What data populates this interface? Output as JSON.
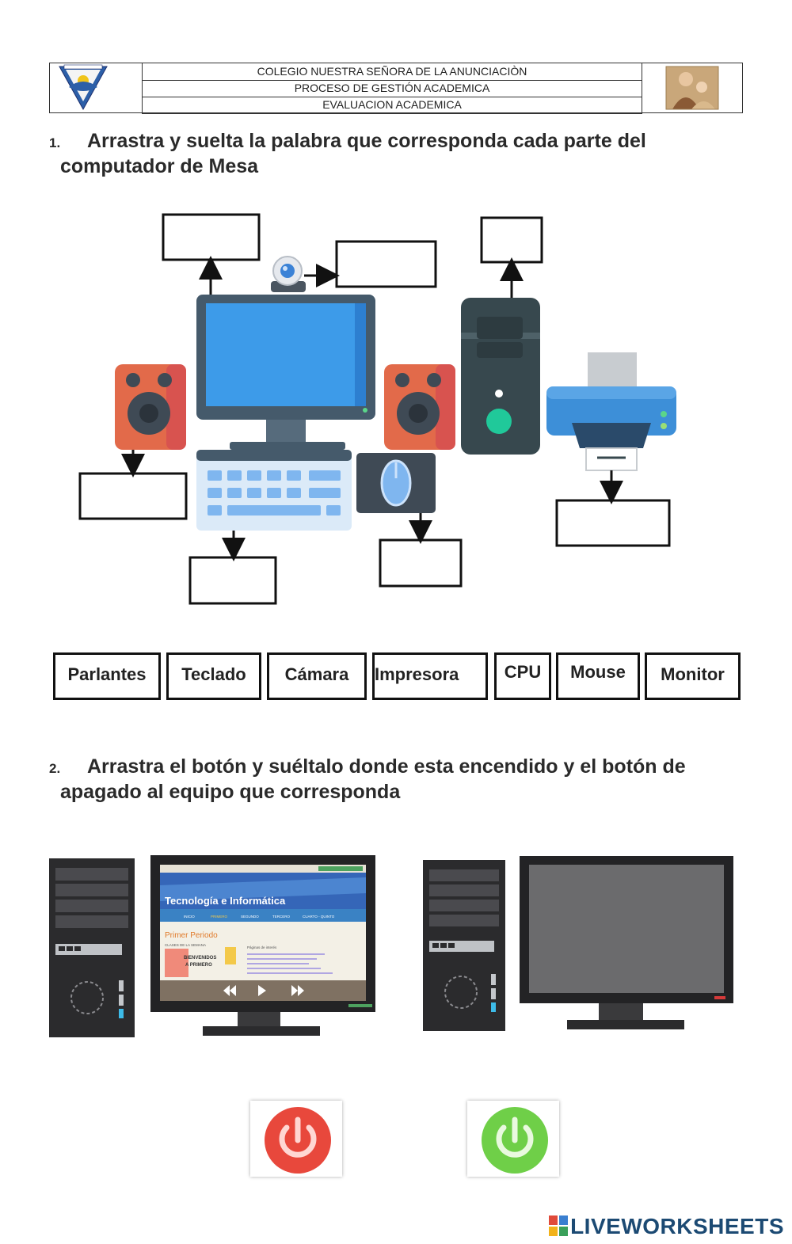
{
  "header": {
    "school": "COLEGIO NUESTRA SEÑORA DE LA ANUNCIACIÒN",
    "process": "PROCESO DE GESTIÓN ACADEMICA",
    "evaluation": "EVALUACION ACADEMICA",
    "logo_icon": "school-shield-icon",
    "saint_image_icon": "saint-picture-icon"
  },
  "question1": {
    "number": "1.",
    "line1": "Arrastra y suelta la palabra que corresponda cada parte del",
    "line2": "computador de Mesa"
  },
  "word_bank": [
    "Parlantes",
    "Teclado",
    "Cámara",
    "Impresora",
    "CPU",
    "Mouse",
    "Monitor"
  ],
  "question2": {
    "number": "2.",
    "line1": "Arrastra el botón y suéltalo donde esta encendido y el botón de",
    "line2": "apagado al equipo que corresponda"
  },
  "screen_site": {
    "title": "Tecnología e Informática",
    "nav": [
      "INICIO",
      "PRIMERO",
      "SEGUNDO",
      "TERCERO",
      "CUARTO - QUINTO"
    ],
    "period": "Primer Periodo",
    "classes": "CLASES DE LA SEMANA",
    "welcome1": "BIENVENIDOS",
    "welcome2": "A PRIMERO",
    "links_title": "Páginas de interés"
  },
  "colors": {
    "off_button": "#e8483c",
    "on_button": "#6fcf48",
    "monitor_screen": "#3d9be9",
    "brand": "#1c4a73"
  },
  "footer": {
    "brand": "LIVEWORKSHEETS"
  }
}
